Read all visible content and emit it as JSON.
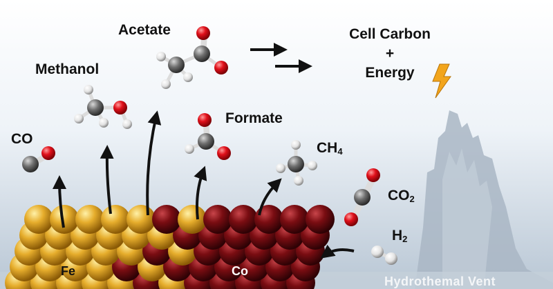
{
  "labels": {
    "acetate": "Acetate",
    "methanol": "Methanol",
    "formate": "Formate",
    "co": "CO",
    "ch4_base": "CH",
    "ch4_sub": "4",
    "co2_base": "CO",
    "co2_sub": "2",
    "h2_base": "H",
    "h2_sub": "2",
    "cell_carbon": "Cell Carbon",
    "plus": "+",
    "energy": "Energy",
    "fe": "Fe",
    "co_metal": "Co",
    "vent": "Hydrothemal Vent"
  },
  "colors": {
    "iron": "#e0a82a",
    "cobalt": "#7a0d12",
    "carbon": "#6b6b6b",
    "oxygen": "#e0101a",
    "hydrogen": "#e8e8e8",
    "lightning": "#f2a51c",
    "vent": "#a9b6c4"
  },
  "icons": [
    "lightning-icon",
    "equilibrium-arrows-icon"
  ]
}
